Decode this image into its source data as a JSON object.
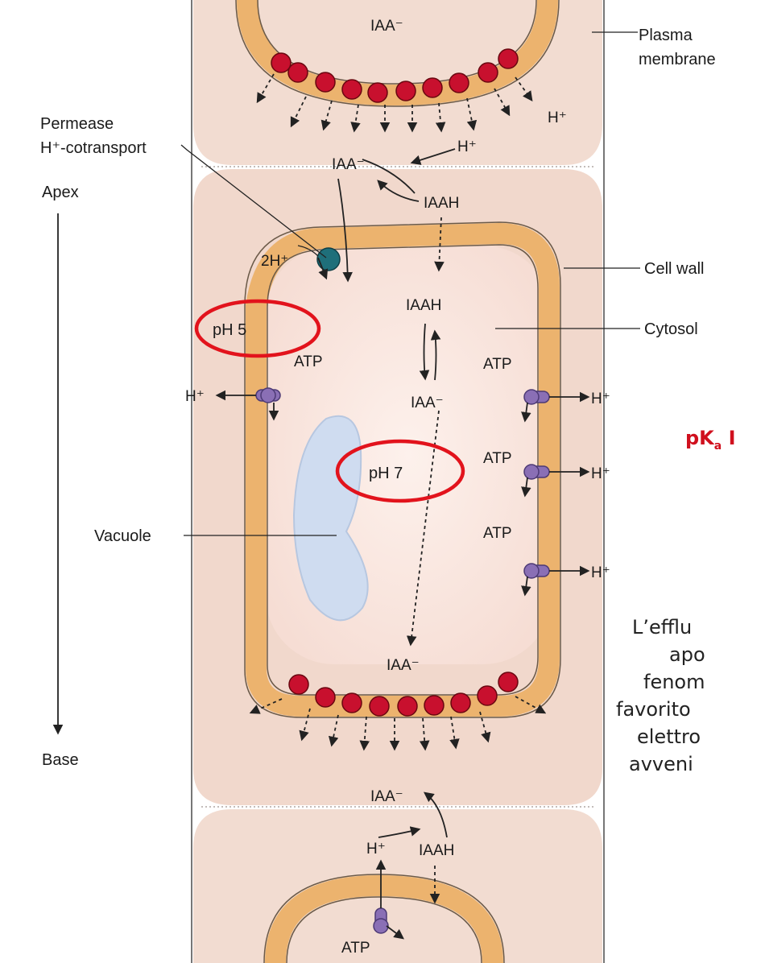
{
  "labels": {
    "plasma_membrane_1": "Plasma",
    "plasma_membrane_2": "membrane",
    "permease_1": "Permease",
    "permease_2": "H⁺-cotransport",
    "apex": "Apex",
    "base": "Base",
    "cell_wall": "Cell wall",
    "cytosol": "Cytosol",
    "vacuole": "Vacuole",
    "ph5": "pH 5",
    "ph7": "pH 7",
    "atp": "ATP",
    "two_h": "2H⁺",
    "h_plus": "H⁺",
    "iaa_minus": "IAA⁻",
    "iaah": "IAAH"
  },
  "side_text": {
    "pka_prefix": "pK",
    "pka_sub": "a",
    "pka_rest": " I",
    "note_lines": [
      "L’efflu",
      "apo",
      "fenom",
      "favorito",
      "elettro",
      "avveni"
    ]
  },
  "colors": {
    "cell_fill": "#f3ddd2",
    "membrane": "#ecb36e",
    "carrier": "#c8102e",
    "pump": "#8a6fb5",
    "permease": "#1f6f7a",
    "vacuole": "#cfdcf0",
    "highlight": "#e2131c"
  }
}
